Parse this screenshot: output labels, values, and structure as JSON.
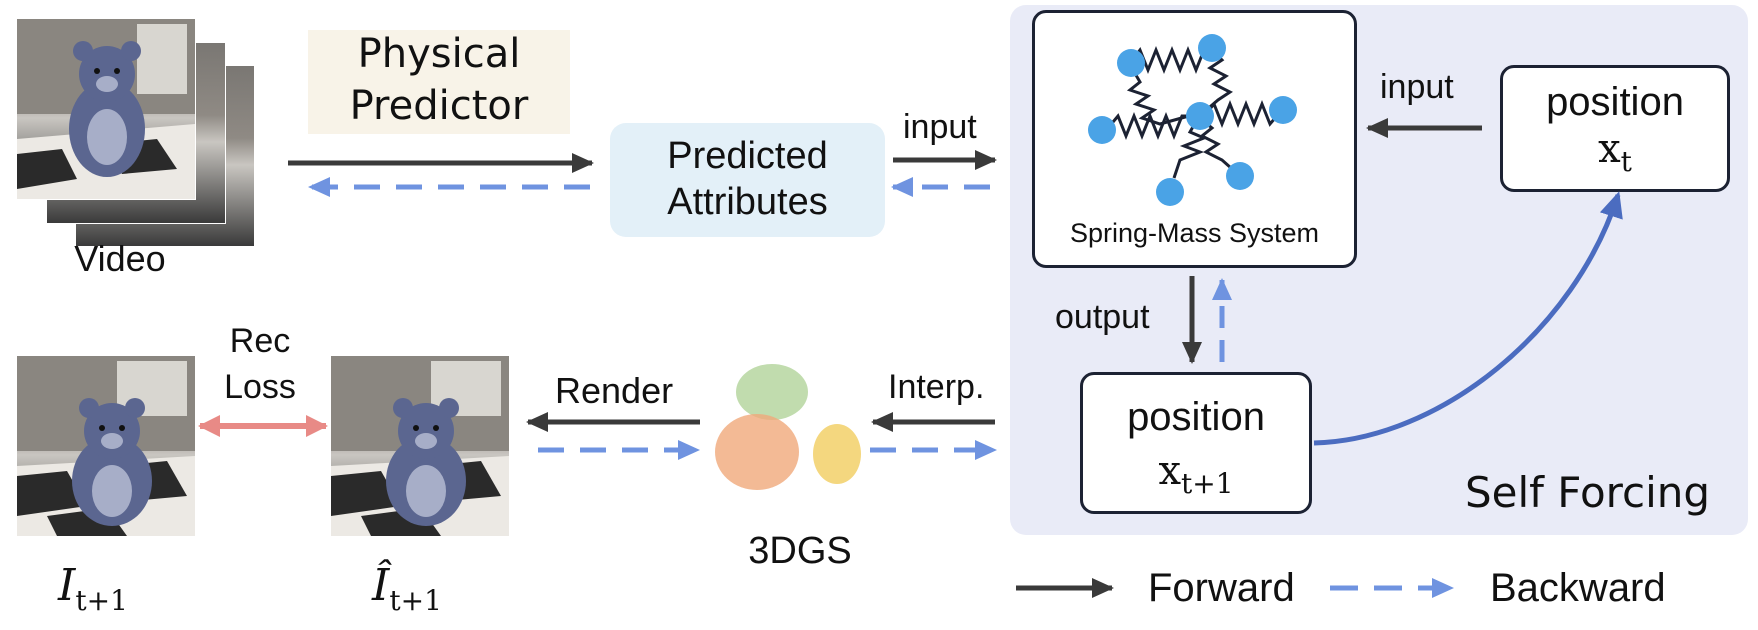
{
  "diagram": {
    "predictor_label_line1": "Physical",
    "predictor_label_line2": "Predictor",
    "predicted_line1": "Predicted",
    "predicted_line2": "Attributes",
    "input_label_top": "input",
    "input_label_right": "input",
    "spring_mass_label": "Spring-Mass System",
    "position_top_label": "position",
    "position_top_var": "x",
    "position_top_sub": "t",
    "output_label": "output",
    "position_bottom_label": "position",
    "position_bottom_var": "x",
    "position_bottom_sub": "t+1",
    "self_forcing_label": "Self Forcing",
    "video_label": "Video",
    "rec_loss_line1": "Rec",
    "rec_loss_line2": "Loss",
    "render_label": "Render",
    "interp_label": "Interp.",
    "gs_label": "3DGS",
    "gt_frame_var": "I",
    "gt_frame_sub": "t+1",
    "pred_frame_var": "Î",
    "pred_frame_sub": "t+1"
  },
  "legend": {
    "forward_label": "Forward",
    "backward_label": "Backward"
  },
  "colors": {
    "forward_arrow": "#3a3a3a",
    "backward_arrow": "#6f93e0",
    "loss_arrow": "#e88a86",
    "curve_arrow": "#4b6cc0",
    "mass_dot": "#4aa3e6",
    "panel_bg": "#e9ebf7",
    "predicted_box_bg": "#e3f0f8"
  }
}
